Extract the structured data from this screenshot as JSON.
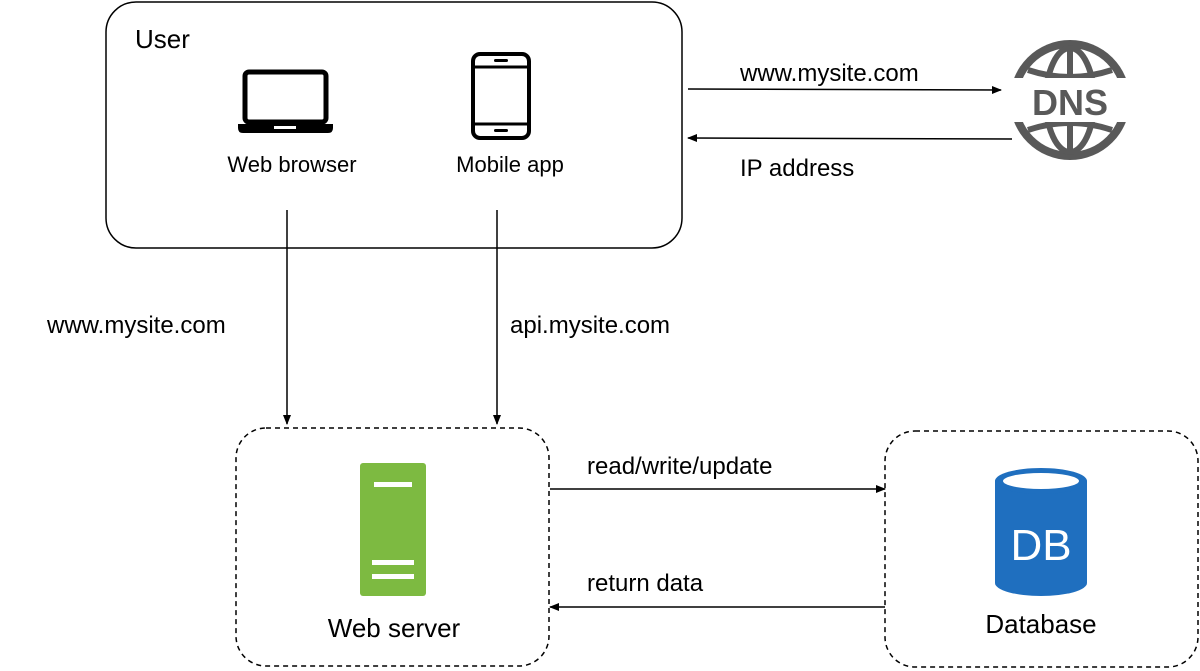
{
  "user_group": {
    "title": "User"
  },
  "clients": {
    "web_browser": {
      "label": "Web browser"
    },
    "mobile_app": {
      "label": "Mobile app"
    }
  },
  "dns": {
    "icon_text": "DNS",
    "request_label": "www.mysite.com",
    "response_label": "IP address"
  },
  "routes": {
    "browser_to_server": "www.mysite.com",
    "app_to_server": "api.mysite.com"
  },
  "web_server": {
    "label": "Web server"
  },
  "database": {
    "label": "Database",
    "icon_text": "DB"
  },
  "db_flows": {
    "request_label": "read/write/update",
    "response_label": "return data"
  },
  "colors": {
    "server_green": "#7dba41",
    "db_blue": "#1f6fbf",
    "dns_gray": "#595959",
    "line": "#000000"
  }
}
